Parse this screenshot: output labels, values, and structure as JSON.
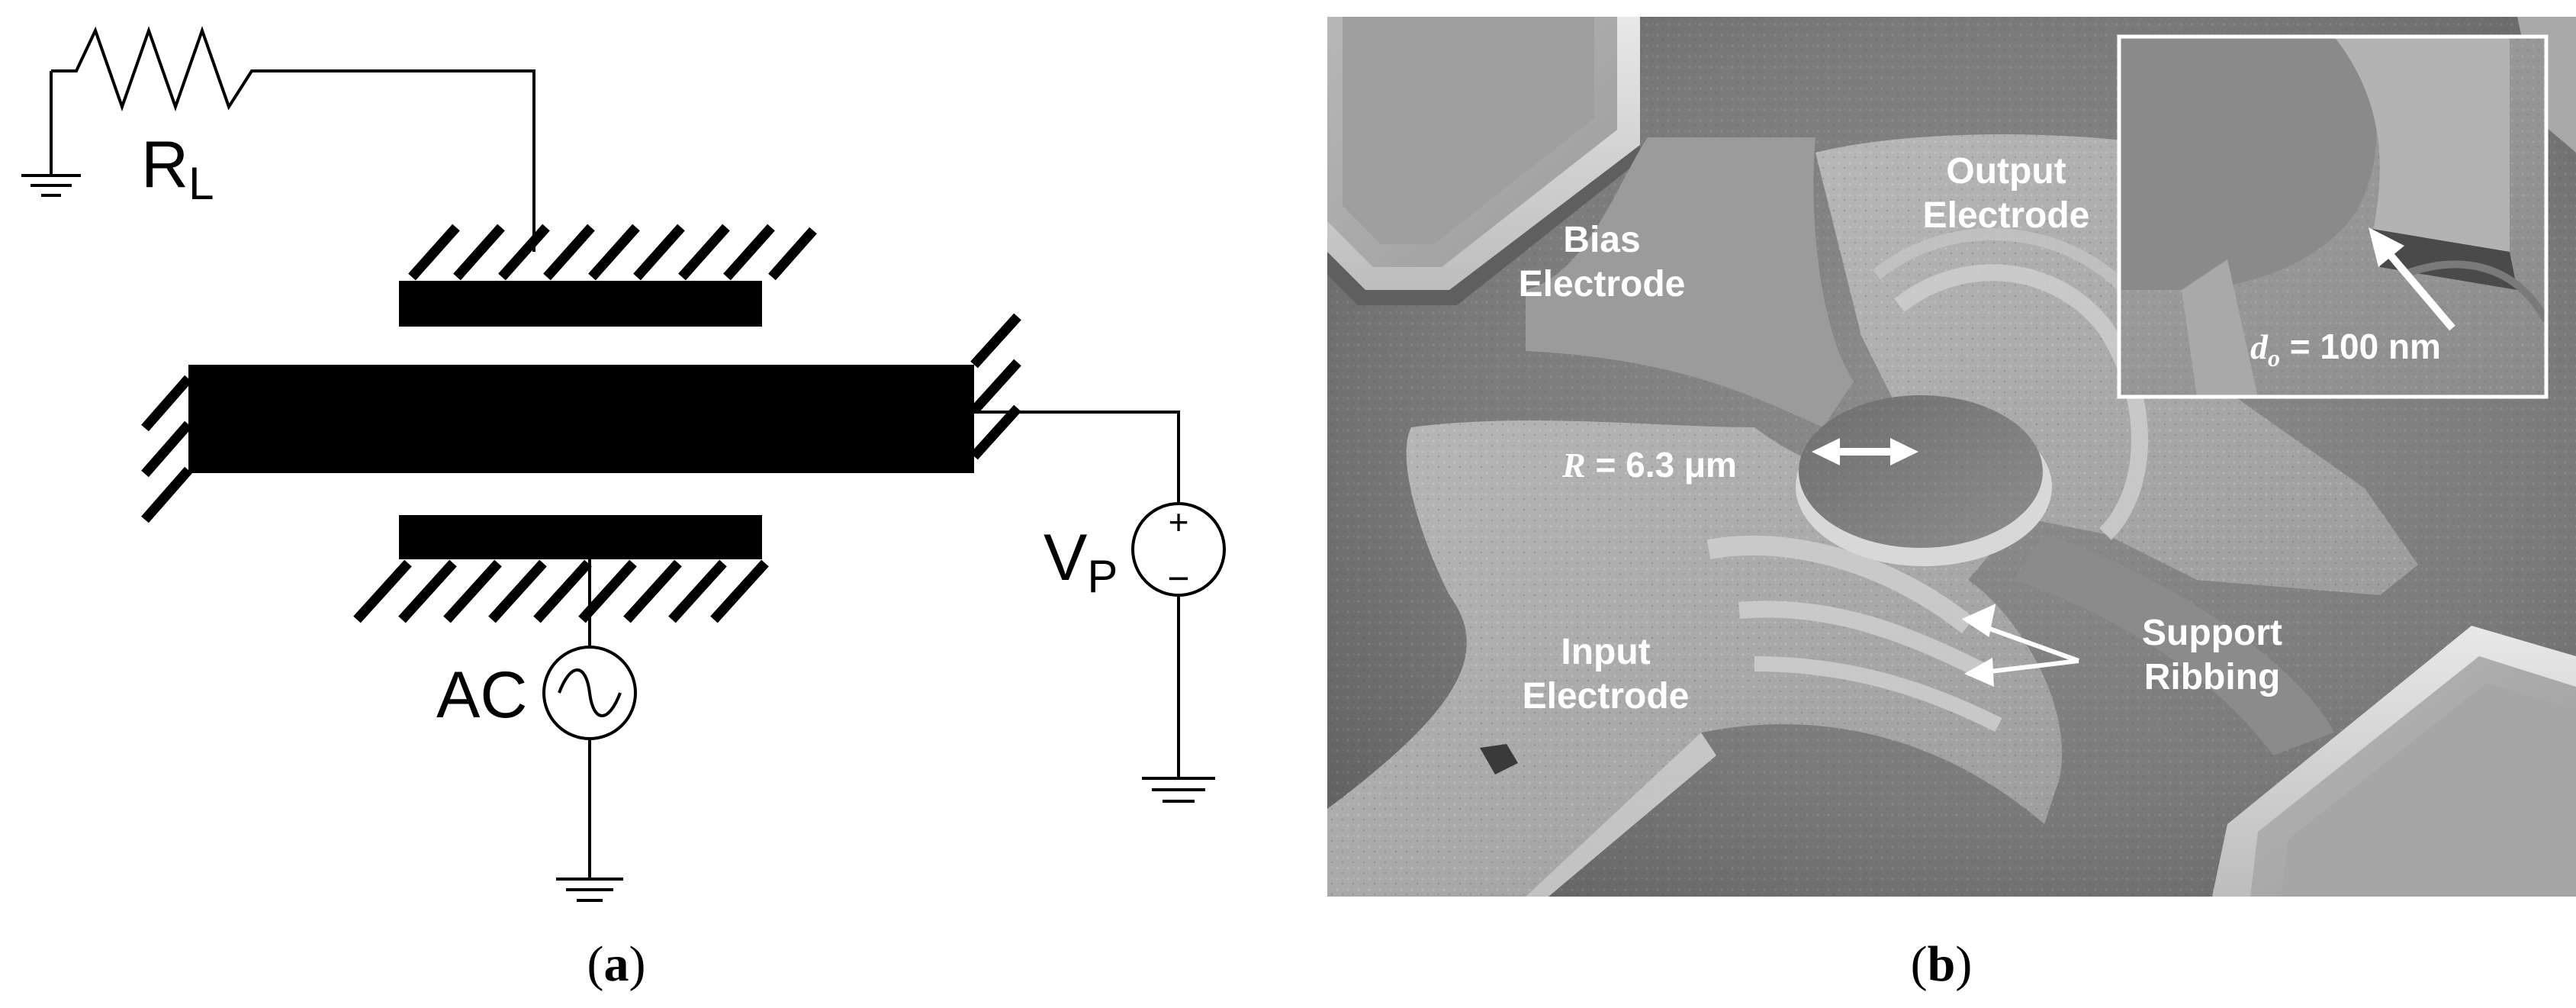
{
  "panel_a": {
    "caption": "(a)",
    "load_resistor": {
      "label_main": "R",
      "label_sub": "L"
    },
    "bias_source": {
      "label_main": "V",
      "label_sub": "P",
      "plus": "+",
      "minus": "−"
    },
    "ac_source": {
      "label": "AC"
    }
  },
  "panel_b": {
    "caption": "(b)",
    "labels": {
      "output_electrode": [
        "Output",
        "Electrode"
      ],
      "bias_electrode": [
        "Bias",
        "Electrode"
      ],
      "input_electrode": [
        "Input",
        "Electrode"
      ],
      "support_ribbing": [
        "Support",
        "Ribbing"
      ],
      "radius_symbol": "R",
      "radius_value": " = 6.3 μm",
      "gap_symbol": "d",
      "gap_subscript": "o",
      "gap_value": " = 100 nm"
    }
  }
}
